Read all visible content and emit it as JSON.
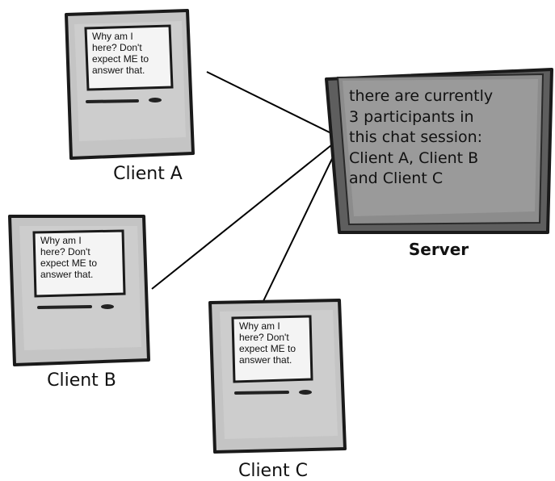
{
  "colors": {
    "machine_fill": "#c8c8c8",
    "machine_outline": "#1a1a1a",
    "screen_fill": "#f4f4f4",
    "connection_line": "#000000"
  },
  "clients": [
    {
      "label": "Client A",
      "screen_text": "Why am I\nhere?  Don't\nexpect ME to\nanswer that."
    },
    {
      "label": "Client B",
      "screen_text": "Why am I\nhere?  Don't\nexpect ME to\nanswer that."
    },
    {
      "label": "Client C",
      "screen_text": "Why am I\nhere?  Don't\nexpect ME to\nanswer that."
    }
  ],
  "server": {
    "label": "Server",
    "screen_text": "there are currently\n3 participants in\nthis chat session:\nClient A, Client B\nand Client C"
  }
}
